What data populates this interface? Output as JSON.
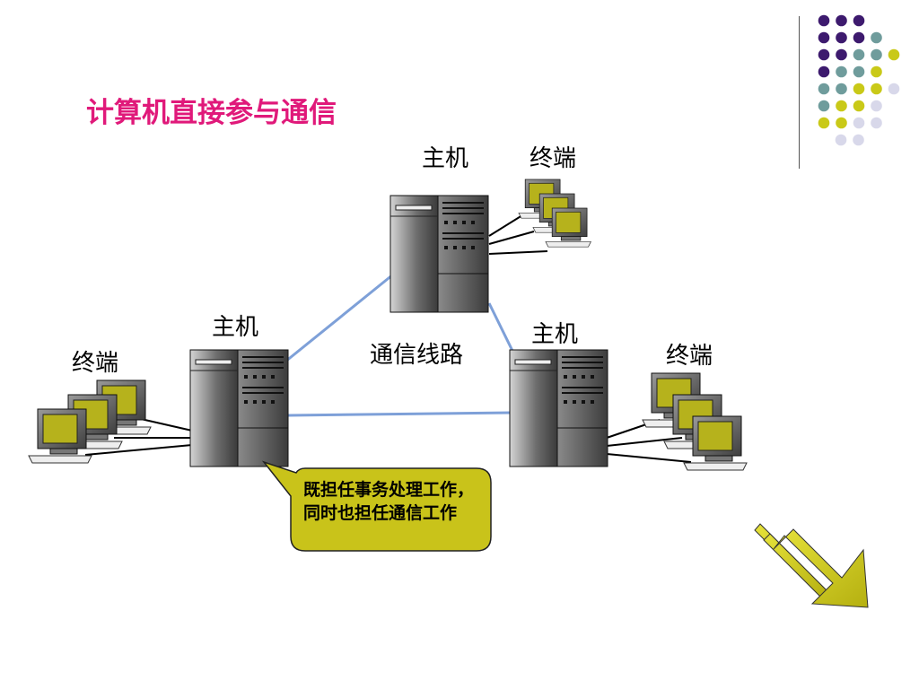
{
  "title": "计算机直接参与通信",
  "labels": {
    "host_top": "主机",
    "terminal_top": "终端",
    "host_left": "主机",
    "terminal_left": "终端",
    "host_right": "主机",
    "terminal_right": "终端",
    "line": "通信线路"
  },
  "callout": "既担任事务处理工作，同时也担任通信工作",
  "colors": {
    "title": "#e0197a",
    "link": "#7ea0d8",
    "callout_fill": "#c9c31a",
    "screen": "#b6b21c",
    "dot_purple": "#3d1a6e",
    "dot_teal": "#6f9c9c",
    "dot_yellow": "#c9c918",
    "dot_lavender": "#d8d8ea"
  },
  "decor_dot_rows": [
    [
      "purple",
      "purple",
      "purple"
    ],
    [
      "purple",
      "purple",
      "purple",
      "teal"
    ],
    [
      "purple",
      "purple",
      "teal",
      "teal",
      "yellow"
    ],
    [
      "purple",
      "teal",
      "teal",
      "yellow"
    ],
    [
      "teal",
      "teal",
      "yellow",
      "yellow",
      "lavender"
    ],
    [
      "teal",
      "yellow",
      "yellow",
      "lavender"
    ],
    [
      "yellow",
      "yellow",
      "lavender",
      "lavender"
    ],
    [
      "lavender",
      "lavender"
    ]
  ]
}
